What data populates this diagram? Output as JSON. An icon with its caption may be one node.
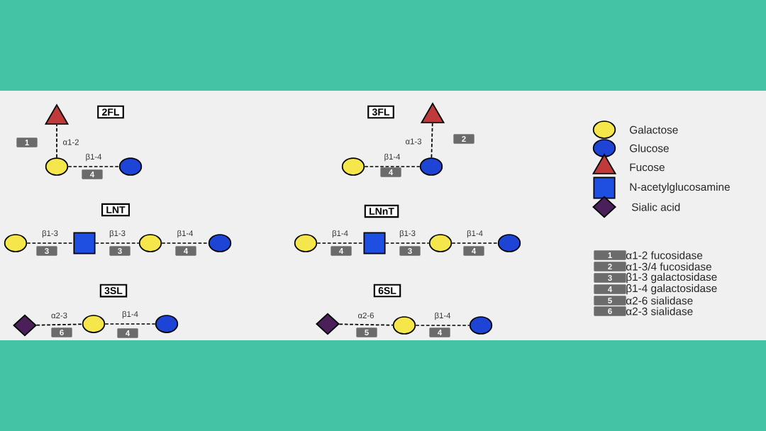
{
  "diagram": {
    "nodes": [
      {
        "text": [
          "2FL"
        ]
      },
      {
        "text": [],
        "shape": "triangle"
      },
      {
        "text": [
          "3FL"
        ]
      },
      {
        "text": [],
        "shape": "triangle"
      },
      {
        "text": [],
        "shape": "circle"
      },
      {
        "text": [],
        "shape": "circle"
      },
      {
        "text": [],
        "shape": "circle"
      },
      {
        "text": [],
        "shape": "circle"
      },
      {
        "text": [
          "LNT"
        ]
      },
      {
        "text": [
          "LNnT"
        ]
      },
      {
        "text": [],
        "shape": "circle"
      },
      {
        "text": [],
        "shape": "box"
      },
      {
        "text": [],
        "shape": "circle"
      },
      {
        "text": [],
        "shape": "circle"
      },
      {
        "text": [],
        "shape": "circle"
      },
      {
        "text": [],
        "shape": "box"
      },
      {
        "text": [],
        "shape": "circle"
      },
      {
        "text": [],
        "shape": "circle"
      },
      {
        "text": [
          "3SL"
        ]
      },
      {
        "text": [
          "6SL"
        ]
      },
      {
        "text": [],
        "shape": "diamond"
      },
      {
        "text": [],
        "shape": "circle"
      },
      {
        "text": [],
        "shape": "circle"
      },
      {
        "text": [],
        "shape": "diamond"
      },
      {
        "text": [],
        "shape": "circle"
      },
      {
        "text": [],
        "shape": "circle"
      }
    ],
    "edges": [
      {
        "from": 4,
        "to": 1,
        "arrow": "none",
        "label": "α1-2"
      },
      {
        "from": 4,
        "to": 5,
        "arrow": "none",
        "label": "β1-4"
      },
      {
        "from": 7,
        "to": 3,
        "arrow": "none",
        "label": "α1-3"
      },
      {
        "from": 6,
        "to": 7,
        "arrow": "none",
        "label": "β1-4"
      },
      {
        "from": 10,
        "to": 11,
        "arrow": "none",
        "label": "β1-3"
      },
      {
        "from": 11,
        "to": 12,
        "arrow": "none",
        "label": "β1-3"
      },
      {
        "from": 12,
        "to": 13,
        "arrow": "none",
        "label": "β1-4"
      },
      {
        "from": 14,
        "to": 15,
        "arrow": "none",
        "label": "β1-4"
      },
      {
        "from": 15,
        "to": 16,
        "arrow": "none",
        "label": "β1-3"
      },
      {
        "from": 16,
        "to": 17,
        "arrow": "none",
        "label": "β1-4"
      },
      {
        "from": 20,
        "to": 21,
        "arrow": "none",
        "label": "α2-3"
      },
      {
        "from": 21,
        "to": 22,
        "arrow": "none",
        "label": "β1-4"
      },
      {
        "from": 23,
        "to": 24,
        "arrow": "none",
        "label": "α2-6"
      },
      {
        "from": 24,
        "to": 25,
        "arrow": "none",
        "label": "β1-4"
      }
    ],
    "labels": [
      "1",
      "2",
      "4",
      "4",
      "3",
      "3",
      "4",
      "4",
      "3",
      "4",
      "6",
      "4",
      "5",
      "4",
      "1",
      "2",
      "3",
      "4",
      "5",
      "6"
    ],
    "legend": [
      {
        "text": "Galactose"
      },
      {
        "text": "Glucose"
      },
      {
        "text": "Fucose"
      },
      {
        "text": "N-acetylglucosamine"
      },
      {
        "text": "Sialic acid"
      },
      {
        "text": "α1-2 fucosidase"
      },
      {
        "text": "α1-3/4 fucosidase"
      },
      {
        "text": "β1-3 galactosidase"
      },
      {
        "text": "β1-4 galactosidase"
      },
      {
        "text": "α2-6 sialidase"
      },
      {
        "text": "α2-3 sialidase"
      }
    ]
  }
}
